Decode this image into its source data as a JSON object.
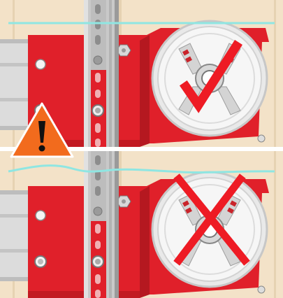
{
  "figure": {
    "panels": [
      {
        "id": "correct",
        "verdict": "correct",
        "verdict_icon": "checkmark-icon",
        "cable": "taut",
        "warning_icon": "warning-triangle-icon"
      },
      {
        "id": "incorrect",
        "verdict": "incorrect",
        "verdict_icon": "x-mark-icon",
        "cable": "slack"
      }
    ],
    "colors": {
      "background": "#f3e2c8",
      "bracket_red": "#e0202a",
      "bracket_shadow": "#b51820",
      "cable": "#8fe6e2",
      "rail": "#c9c9c9",
      "rail_dark": "#9a9a9a",
      "drum": "#f2f2f2",
      "check": "#ee1b24",
      "warning_fill": "#f26b1d",
      "warning_mark": "#111111"
    }
  }
}
